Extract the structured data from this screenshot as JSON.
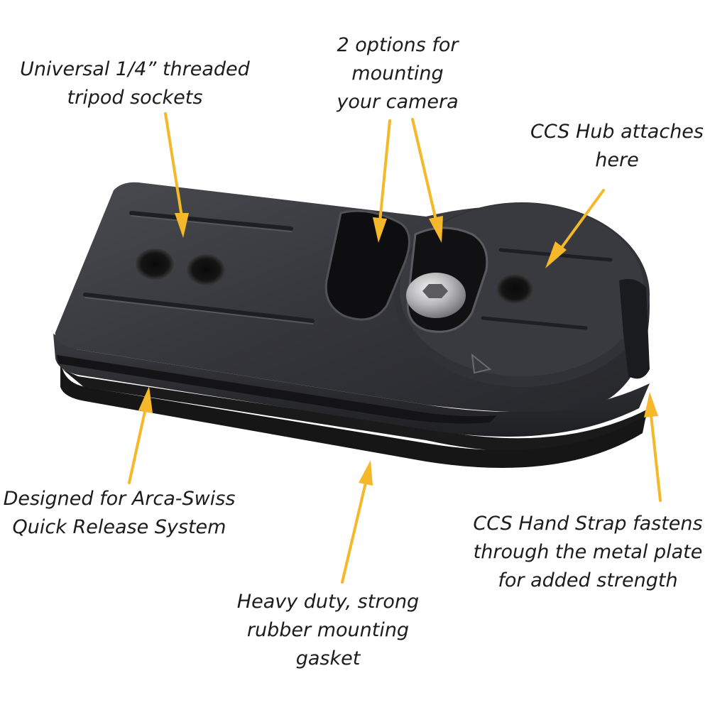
{
  "colors": {
    "arrow": "#f5b82a",
    "plate": "#2c2d31",
    "gasket": "#1a1a1a",
    "text": "#1c1c1c"
  },
  "callouts": {
    "tripod_sockets": {
      "lines": [
        "Universal 1/4” threaded",
        "tripod sockets"
      ]
    },
    "mount_options": {
      "lines": [
        "2 options for",
        "mounting",
        "your camera"
      ]
    },
    "hub": {
      "lines": [
        "CCS Hub attaches",
        "here"
      ]
    },
    "arca": {
      "lines": [
        "Designed for Arca-Swiss",
        "Quick Release System"
      ]
    },
    "strap": {
      "lines": [
        "CCS Hand Strap fastens",
        "through the metal plate",
        "for added strength"
      ]
    },
    "gasket": {
      "lines": [
        "Heavy duty, strong",
        "rubber  mounting",
        "gasket"
      ]
    }
  }
}
